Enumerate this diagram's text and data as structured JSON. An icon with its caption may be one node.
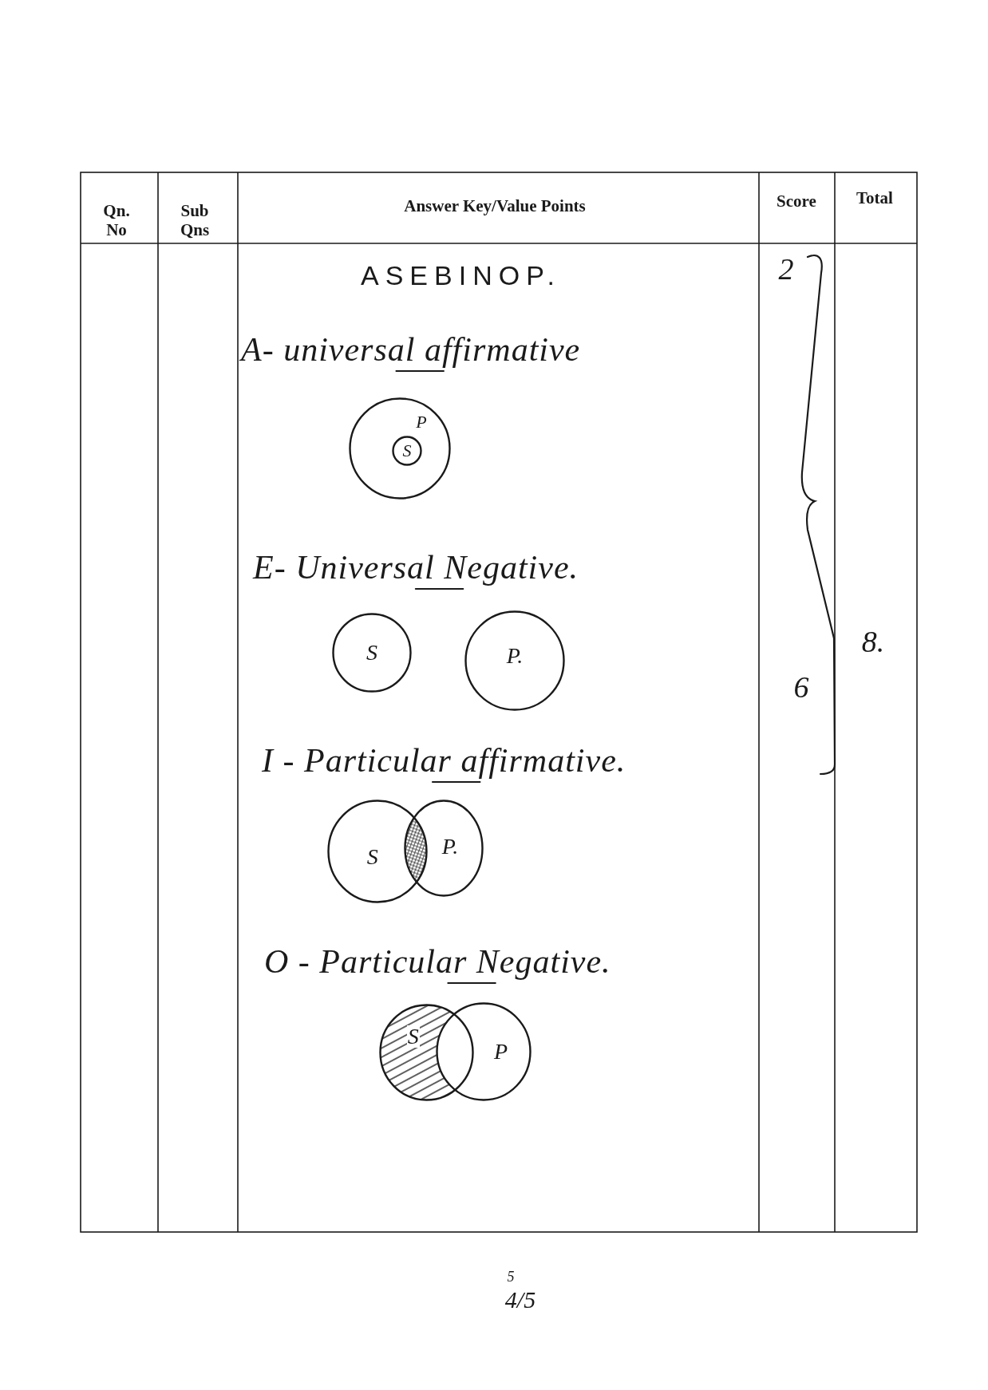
{
  "diagram": {
    "nodes": [
      {
        "text": [
          "P"
        ]
      },
      {
        "text": [
          "S"
        ],
        "in": 0
      },
      {
        "text": [
          "S"
        ]
      },
      {
        "text": [
          "P."
        ]
      },
      {
        "text": [
          "S"
        ]
      },
      {
        "text": [
          "P."
        ]
      },
      {
        "text": [
          "S"
        ]
      },
      {
        "text": [
          "P"
        ]
      }
    ],
    "labels": [
      "Qn. No",
      "Sub Qns",
      "Answer Key/Value Points",
      "Score",
      "Total",
      "ASEBINOP.",
      "2",
      "A- universal affirmative",
      "E- Universal Negative.",
      "8.",
      "6",
      "I - Particular affirmative.",
      "O - Particular Negative.",
      "5",
      "4/5"
    ]
  }
}
